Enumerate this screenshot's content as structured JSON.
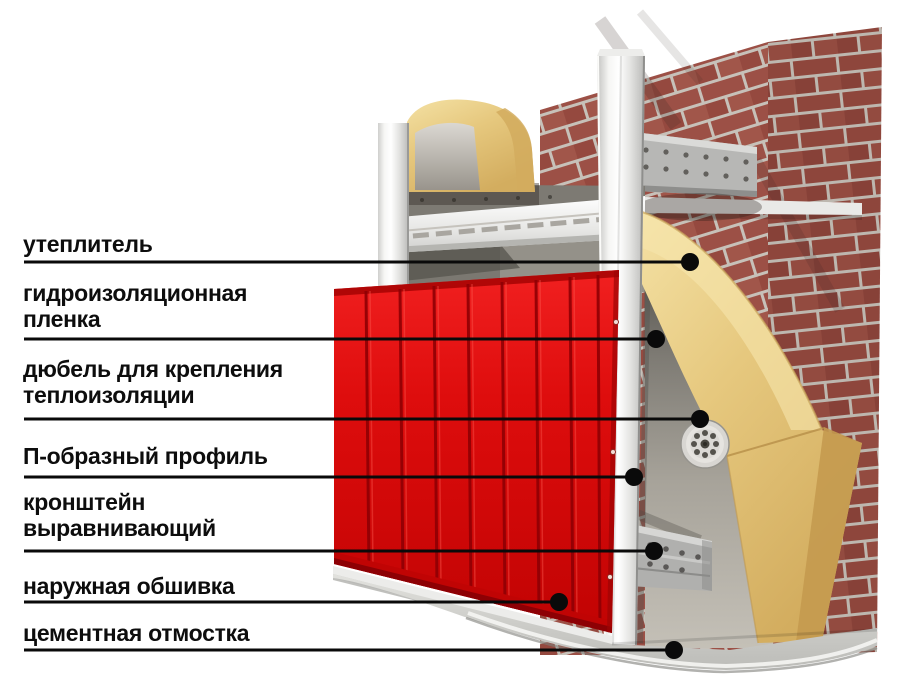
{
  "diagram": {
    "labels": [
      {
        "text": "утеплитель"
      },
      {
        "text": "гидроизоляционная\nпленка"
      },
      {
        "text": "дюбель для крепления\nтеплоизоляции"
      },
      {
        "text": "П-образный профиль"
      },
      {
        "text": "кронштейн\nвыравнивающий"
      },
      {
        "text": "наружная обшивка"
      },
      {
        "text": "цементная отмостка"
      }
    ],
    "colors": {
      "brick": "#9c5046",
      "mortar": "#c7c1b9",
      "insulation_yellow": "#e6c87e",
      "waterproofing_film": "#b5b1a8",
      "cladding_red": "#dd0f0f",
      "metal_frame": "#ececea",
      "cement_apron": "#cbcbc7",
      "leader_line": "#0a0a0a"
    }
  }
}
